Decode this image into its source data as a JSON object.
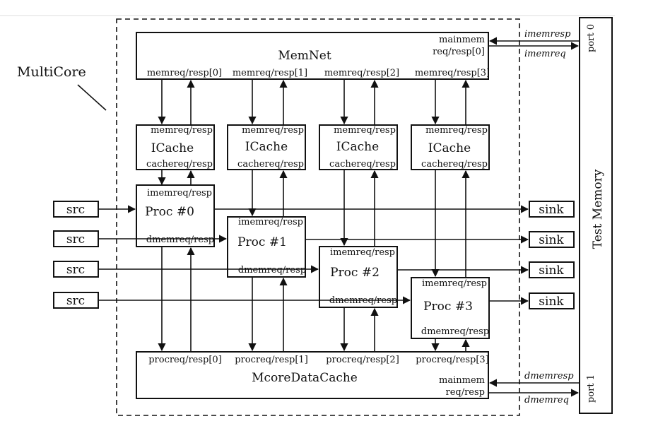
{
  "multicore_label": "MultiCore",
  "memnet": {
    "title": "MemNet",
    "mainmem_port": [
      "mainmem",
      "req/resp[0]"
    ],
    "ports": [
      "memreq/resp[0]",
      "memreq/resp[1]",
      "memreq/resp[2]",
      "memreq/resp[3]"
    ]
  },
  "icaches": [
    {
      "title": "ICache",
      "top_port": "memreq/resp",
      "bottom_port": "cachereq/resp"
    },
    {
      "title": "ICache",
      "top_port": "memreq/resp",
      "bottom_port": "cachereq/resp"
    },
    {
      "title": "ICache",
      "top_port": "memreq/resp",
      "bottom_port": "cachereq/resp"
    },
    {
      "title": "ICache",
      "top_port": "memreq/resp",
      "bottom_port": "cachereq/resp"
    }
  ],
  "procs": [
    {
      "title": "Proc #0",
      "top_port": "imemreq/resp",
      "bottom_port": "dmemreq/resp"
    },
    {
      "title": "Proc #1",
      "top_port": "imemreq/resp",
      "bottom_port": "dmemreq/resp"
    },
    {
      "title": "Proc #2",
      "top_port": "imemreq/resp",
      "bottom_port": "dmemreq/resp"
    },
    {
      "title": "Proc #3",
      "top_port": "imemreq/resp",
      "bottom_port": "dmemreq/resp"
    }
  ],
  "sources": [
    "src",
    "src",
    "src",
    "src"
  ],
  "sinks": [
    "sink",
    "sink",
    "sink",
    "sink"
  ],
  "datacache": {
    "title": "McoreDataCache",
    "ports": [
      "procreq/resp[0]",
      "procreq/resp[1]",
      "procreq/resp[2]",
      "procreq/resp[3]"
    ],
    "mainmem_port": [
      "mainmem",
      "req/resp"
    ]
  },
  "test_memory": {
    "title": "Test Memory",
    "port0": "port 0",
    "port1": "port 1"
  },
  "signals": {
    "imemresp": "imemresp",
    "imemreq": "imemreq",
    "dmemresp": "dmemresp",
    "dmemreq": "dmemreq"
  }
}
